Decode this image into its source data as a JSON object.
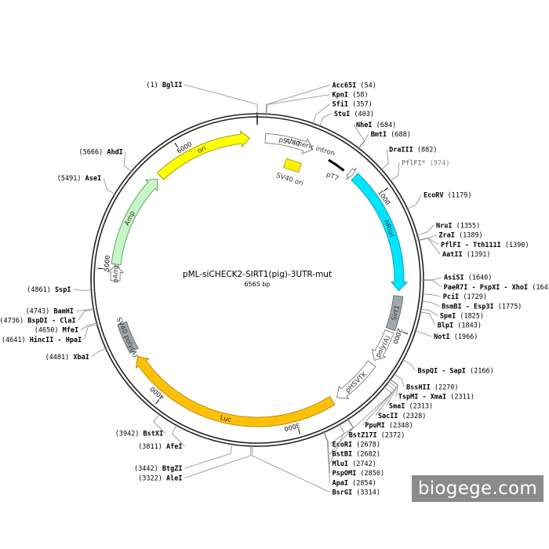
{
  "map": {
    "title": "pML-siCHECK2-SIRT1(pig)-3UTR-mut",
    "subtitle": "6565 bp",
    "total_bp": 6565
  },
  "ticks": [
    {
      "bp": 1000,
      "label": "1000"
    },
    {
      "bp": 2000,
      "label": "2000"
    },
    {
      "bp": 3000,
      "label": "3000"
    },
    {
      "bp": 4000,
      "label": "4000"
    },
    {
      "bp": 5000,
      "label": "5000"
    },
    {
      "bp": 6000,
      "label": "6000"
    }
  ],
  "features": [
    {
      "name": "ori",
      "label": "ori",
      "start": 5780,
      "end": 6510,
      "strand": 1,
      "color": "#ffff00",
      "stroke": "#999900",
      "track": "inner",
      "label_on": true
    },
    {
      "name": "psv40",
      "label": "pSV40",
      "start": 60,
      "end": 420,
      "strand": 1,
      "color": "#ffffff",
      "stroke": "#777777",
      "track": "inner",
      "label_on": true
    },
    {
      "name": "chimeric-intron",
      "label": "chimeric intron",
      "start": 560,
      "end": 700,
      "strand": 0,
      "color": "#000000",
      "stroke": "#000000",
      "track": "line",
      "label_on": false
    },
    {
      "name": "pt7",
      "label": "pT7",
      "start": 740,
      "end": 770,
      "strand": 1,
      "color": "#ffffff",
      "stroke": "#777777",
      "track": "inner",
      "label_on": false
    },
    {
      "name": "hluc",
      "label": "hRluc",
      "start": 790,
      "end": 1720,
      "strand": 1,
      "color": "#00e5ff",
      "stroke": "#0099aa",
      "track": "inner",
      "label_on": true
    },
    {
      "name": "sirt1",
      "label": "Sirt1",
      "start": 1760,
      "end": 2010,
      "strand": 0,
      "color": "#a0a8b0",
      "stroke": "#666666",
      "track": "inner",
      "label_on": true
    },
    {
      "name": "polya",
      "label": "poly(A)",
      "start": 2030,
      "end": 2270,
      "strand": 1,
      "color": "#ffffff",
      "stroke": "#777777",
      "track": "inner",
      "label_on": true
    },
    {
      "name": "phsvtk",
      "label": "pHSVTK",
      "start": 2300,
      "end": 2660,
      "strand": 1,
      "color": "#ffffff",
      "stroke": "#777777",
      "track": "inner",
      "label_on": true
    },
    {
      "name": "luc",
      "label": "Luc",
      "start": 2700,
      "end": 4330,
      "strand": 1,
      "color": "#ffc107",
      "stroke": "#b38600",
      "track": "inner",
      "label_on": true
    },
    {
      "name": "sv40-polya",
      "label": "SV40 poly(A)",
      "start": 4380,
      "end": 4600,
      "strand": 0,
      "color": "#a0a8b0",
      "stroke": "#666666",
      "track": "inner",
      "label_on": true
    },
    {
      "name": "pamp",
      "label": "pAmp",
      "start": 4920,
      "end": 5030,
      "strand": 1,
      "color": "#ffffff",
      "stroke": "#777777",
      "track": "inner",
      "label_on": true
    },
    {
      "name": "amp",
      "label": "Amp",
      "start": 5040,
      "end": 5750,
      "strand": 1,
      "color": "#c8f5c8",
      "stroke": "#5a9a5a",
      "track": "inner",
      "label_on": true
    },
    {
      "name": "sv40-ori",
      "label": "SV40 ori",
      "start": 0,
      "end": 0,
      "strand": 0,
      "color": "#ffee00",
      "stroke": "#999900",
      "track": "box",
      "label_on": true
    }
  ],
  "feature_extra_labels": {
    "chimeric_intron": "chimeric intron",
    "pt7": "pT7",
    "sv40_ori": "SV40 ori"
  },
  "sites": [
    {
      "name": "BglII",
      "pos": "(1)",
      "bp": 1,
      "side": "left",
      "dim": false
    },
    {
      "name": "Acc65I",
      "pos": "(54)",
      "bp": 54,
      "side": "right",
      "dim": false
    },
    {
      "name": "KpnI",
      "pos": "(58)",
      "bp": 58,
      "side": "right",
      "dim": false
    },
    {
      "name": "SfiI",
      "pos": "(357)",
      "bp": 357,
      "side": "right",
      "dim": false
    },
    {
      "name": "StuI",
      "pos": "(403)",
      "bp": 403,
      "side": "right",
      "dim": false
    },
    {
      "name": "NheI",
      "pos": "(684)",
      "bp": 684,
      "side": "right",
      "dim": false
    },
    {
      "name": "BmtI",
      "pos": "(688)",
      "bp": 688,
      "side": "right",
      "dim": false
    },
    {
      "name": "DraIII",
      "pos": "(882)",
      "bp": 882,
      "side": "right",
      "dim": false
    },
    {
      "name": "PflFI*",
      "pos": "(974)",
      "bp": 974,
      "side": "right",
      "dim": true
    },
    {
      "name": "EcoRV",
      "pos": "(1179)",
      "bp": 1179,
      "side": "right",
      "dim": false
    },
    {
      "name": "NruI",
      "pos": "(1355)",
      "bp": 1355,
      "side": "right",
      "dim": false
    },
    {
      "name": "ZraI",
      "pos": "(1389)",
      "bp": 1389,
      "side": "right",
      "dim": false
    },
    {
      "name": "PflFI - Tth111I",
      "pos": "(1390)",
      "bp": 1390,
      "side": "right",
      "dim": false
    },
    {
      "name": "AatII",
      "pos": "(1391)",
      "bp": 1391,
      "side": "right",
      "dim": false
    },
    {
      "name": "AsiSI",
      "pos": "(1640)",
      "bp": 1640,
      "side": "right",
      "dim": false
    },
    {
      "name": "PaeR7I - PspXI - XhoI",
      "pos": "(1643)",
      "bp": 1643,
      "side": "right",
      "dim": false
    },
    {
      "name": "PciI",
      "pos": "(1729)",
      "bp": 1729,
      "side": "right",
      "dim": false
    },
    {
      "name": "BsmBI - Esp3I",
      "pos": "(1775)",
      "bp": 1775,
      "side": "right",
      "dim": false
    },
    {
      "name": "SpeI",
      "pos": "(1825)",
      "bp": 1825,
      "side": "right",
      "dim": false
    },
    {
      "name": "BlpI",
      "pos": "(1843)",
      "bp": 1843,
      "side": "right",
      "dim": false
    },
    {
      "name": "NotI",
      "pos": "(1966)",
      "bp": 1966,
      "side": "right",
      "dim": false
    },
    {
      "name": "BspQI - SapI",
      "pos": "(2166)",
      "bp": 2166,
      "side": "right",
      "dim": false
    },
    {
      "name": "BssHII",
      "pos": "(2270)",
      "bp": 2270,
      "side": "right",
      "dim": false
    },
    {
      "name": "TspMI - XmaI",
      "pos": "(2311)",
      "bp": 2311,
      "side": "right",
      "dim": false
    },
    {
      "name": "SmaI",
      "pos": "(2313)",
      "bp": 2313,
      "side": "right",
      "dim": false
    },
    {
      "name": "SacII",
      "pos": "(2328)",
      "bp": 2328,
      "side": "right",
      "dim": false
    },
    {
      "name": "PpuMI",
      "pos": "(2348)",
      "bp": 2348,
      "side": "right",
      "dim": false
    },
    {
      "name": "BstZ17I",
      "pos": "(2372)",
      "bp": 2372,
      "side": "right",
      "dim": false
    },
    {
      "name": "EcoRI",
      "pos": "(2678)",
      "bp": 2678,
      "side": "right",
      "dim": false
    },
    {
      "name": "BstBI",
      "pos": "(2682)",
      "bp": 2682,
      "side": "right",
      "dim": false
    },
    {
      "name": "MluI",
      "pos": "(2742)",
      "bp": 2742,
      "side": "right",
      "dim": false
    },
    {
      "name": "PspOMI",
      "pos": "(2850)",
      "bp": 2850,
      "side": "right",
      "dim": false
    },
    {
      "name": "ApaI",
      "pos": "(2854)",
      "bp": 2854,
      "side": "right",
      "dim": false
    },
    {
      "name": "BsrGI",
      "pos": "(3314)",
      "bp": 3314,
      "side": "right",
      "dim": false
    },
    {
      "name": "AleI",
      "pos": "(3322)",
      "bp": 3322,
      "side": "left",
      "dim": false
    },
    {
      "name": "BtgZI",
      "pos": "(3442)",
      "bp": 3442,
      "side": "left",
      "dim": false
    },
    {
      "name": "AfeI",
      "pos": "(3811)",
      "bp": 3811,
      "side": "left",
      "dim": false
    },
    {
      "name": "BstXI",
      "pos": "(3942)",
      "bp": 3942,
      "side": "left",
      "dim": false
    },
    {
      "name": "XbaI",
      "pos": "(4481)",
      "bp": 4481,
      "side": "left",
      "dim": false
    },
    {
      "name": "HincII - HpaI",
      "pos": "(4641)",
      "bp": 4641,
      "side": "left",
      "dim": false
    },
    {
      "name": "MfeI",
      "pos": "(4650)",
      "bp": 4650,
      "side": "left",
      "dim": false
    },
    {
      "name": "BspDI - ClaI",
      "pos": "(4736)",
      "bp": 4736,
      "side": "left",
      "dim": false
    },
    {
      "name": "BamHI",
      "pos": "(4743)",
      "bp": 4743,
      "side": "left",
      "dim": false
    },
    {
      "name": "SspI",
      "pos": "(4861)",
      "bp": 4861,
      "side": "left",
      "dim": false
    },
    {
      "name": "AseI",
      "pos": "(5491)",
      "bp": 5491,
      "side": "left",
      "dim": false
    },
    {
      "name": "AhdI",
      "pos": "(5666)",
      "bp": 5666,
      "side": "left",
      "dim": false
    }
  ],
  "watermark": "biogege.com"
}
